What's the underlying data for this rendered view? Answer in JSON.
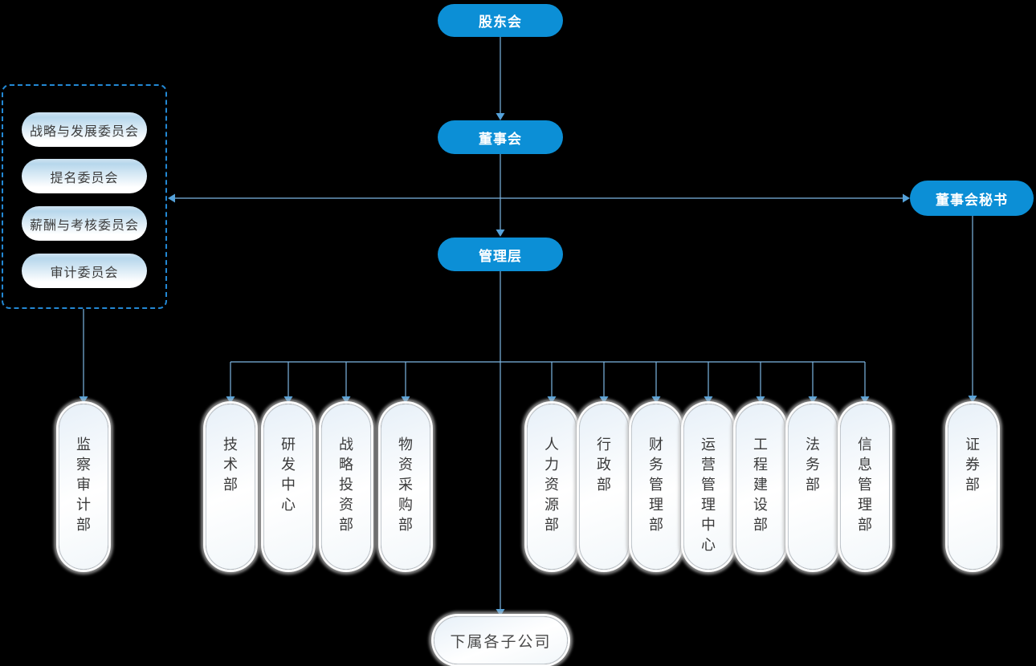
{
  "nodes": {
    "shareholders": "股东会",
    "board": "董事会",
    "management": "管理层",
    "board_secretary": "董事会秘书",
    "audit_dept": "监察审计部",
    "securities_dept": "证券部",
    "subsidiaries": "下属各子公司"
  },
  "committees": [
    "战略与发展委员会",
    "提名委员会",
    "薪酬与考核委员会",
    "审计委员会"
  ],
  "departments": [
    "技术部",
    "研发中心",
    "战略投资部",
    "物资采购部",
    "人力资源部",
    "行政部",
    "财务管理部",
    "运营管理中心",
    "工程建设部",
    "法务部",
    "信息管理部"
  ],
  "colors": {
    "node_blue": "#0c8fd6",
    "connector_line": "#7db6e3",
    "arrowhead": "#55a2da",
    "dashed_border": "#2388d4",
    "pill_gradient_top": "#cfe3f2",
    "background": "#000000"
  }
}
